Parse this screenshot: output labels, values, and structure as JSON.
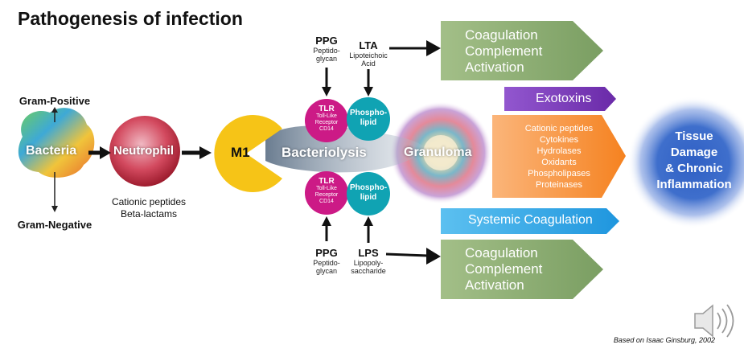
{
  "title": "Pathogenesis of infection",
  "bacteria": {
    "label": "Bacteria",
    "gram_positive": "Gram-Positive",
    "gram_negative": "Gram-Negative"
  },
  "neutrophil": {
    "label": "Neutrophil",
    "caption_line1": "Cationic peptides",
    "caption_line2": "Beta-lactams"
  },
  "m1": {
    "label": "M1"
  },
  "bacteriolysis": {
    "label": "Bacteriolysis"
  },
  "top_ppg": {
    "abbr": "PPG",
    "line1": "Peptido-",
    "line2": "glycan"
  },
  "lta": {
    "abbr": "LTA",
    "line1": "Lipoteichoic",
    "line2": "Acid"
  },
  "bottom_ppg": {
    "abbr": "PPG",
    "line1": "Peptido-",
    "line2": "glycan"
  },
  "lps": {
    "abbr": "LPS",
    "line1": "Lipopoly-",
    "line2": "saccharide"
  },
  "tlr_top": {
    "name": "TLR",
    "line1": "Toll-Like",
    "line2": "Receptor",
    "line3": "CD14"
  },
  "tlr_bottom": {
    "name": "TLR",
    "line1": "Toll-Like",
    "line2": "Receptor",
    "line3": "CD14"
  },
  "phospho_top": {
    "line1": "Phospho-",
    "line2": "lipid"
  },
  "phospho_bottom": {
    "line1": "Phospho-",
    "line2": "lipid"
  },
  "granuloma": {
    "label": "Granuloma"
  },
  "coag_top": {
    "line1": "Coagulation",
    "line2": "Complement",
    "line3": "Activation"
  },
  "coag_bottom": {
    "line1": "Coagulation",
    "line2": "Complement",
    "line3": "Activation"
  },
  "exotoxins": {
    "label": "Exotoxins"
  },
  "orange_items": [
    "Cationic peptides",
    "Cytokines",
    "Hydrolases",
    "Oxidants",
    "Phospholipases",
    "Proteinases"
  ],
  "systemic": {
    "label": "Systemic Coagulation"
  },
  "tissue": {
    "line1": "Tissue",
    "line2": "Damage",
    "line3": "& Chronic",
    "line4": "Inflammation"
  },
  "credit": "Based on Isaac Ginsburg, 2002",
  "colors": {
    "green_band": "#8aa870",
    "purple_band": "#7a3db8",
    "orange_band": "#f7913a",
    "blue_band": "#35a8e6",
    "tlr_magenta": "#cc1a86",
    "phospho_teal": "#10a3b3",
    "m1_yellow": "#f6c417",
    "tissue_blue": "#3f6fcc"
  },
  "icons": {
    "speaker": "speaker-icon"
  }
}
